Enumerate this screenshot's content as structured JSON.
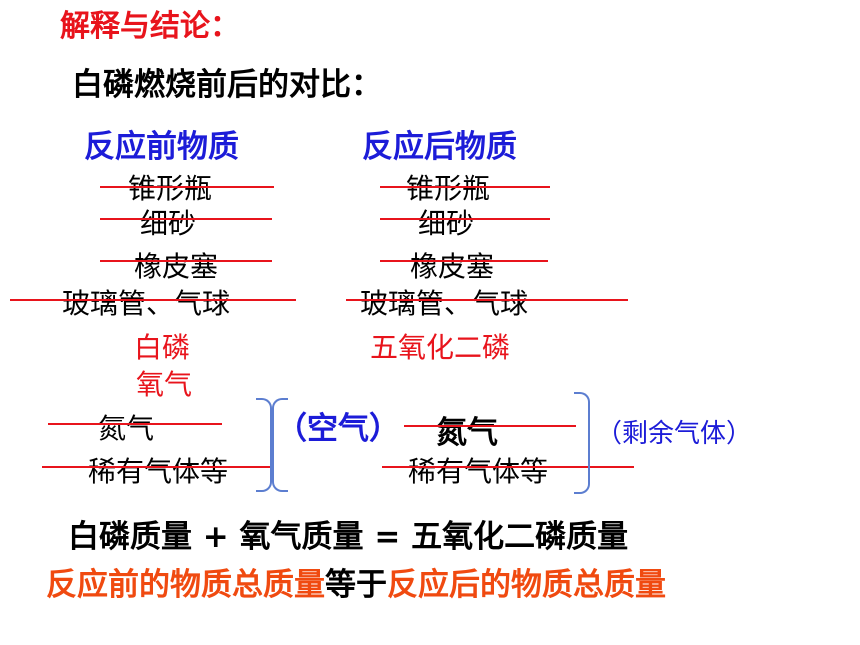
{
  "heading": "解释与结论：",
  "subheading": "白磷燃烧前后的对比：",
  "before": {
    "title": "反应前物质",
    "items": [
      "锥形瓶",
      "细砂",
      "橡皮塞",
      "玻璃管、气球"
    ],
    "reactants": [
      "白磷",
      "氧气"
    ],
    "air_components": [
      "氮气",
      "稀有气体等"
    ]
  },
  "after": {
    "title": "反应后物质",
    "items": [
      "锥形瓶",
      "细砂",
      "橡皮塞",
      "玻璃管、气球"
    ],
    "product": "五氧化二磷",
    "air_components": [
      "氮气",
      "稀有气体等"
    ]
  },
  "air_label": "（空气）",
  "remaining_label": "（剩余气体）",
  "equation": "白磷质量 + 氧气质量 = 五氧化二磷质量",
  "conclusion": {
    "part1": "反应前的物质总质量",
    "part2": "等于",
    "part3": "反应后的物质总质量"
  },
  "colors": {
    "red": "#e8141c",
    "blue": "#1c1cd8",
    "orange": "#f04a10",
    "brace": "#5c7ed0"
  }
}
